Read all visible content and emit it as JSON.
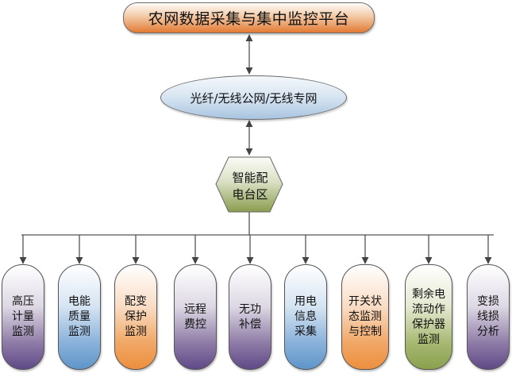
{
  "diagram": {
    "title": "农网数据采集与集中监控平台",
    "network_node": "光纤/无线公网/无线专网",
    "hub_node": {
      "lines": [
        "智能配",
        "电台区"
      ]
    },
    "leaves": [
      {
        "lines": [
          "高压",
          "计量",
          "监测"
        ],
        "color": "purple"
      },
      {
        "lines": [
          "电能",
          "质量",
          "监测"
        ],
        "color": "blue"
      },
      {
        "lines": [
          "配变",
          "保护",
          "监测"
        ],
        "color": "orange"
      },
      {
        "lines": [
          "远程",
          "费控"
        ],
        "color": "purple"
      },
      {
        "lines": [
          "无功",
          "补偿"
        ],
        "color": "purple"
      },
      {
        "lines": [
          "用电",
          "信息",
          "采集"
        ],
        "color": "blue"
      },
      {
        "lines": [
          "开关状",
          "态监测",
          "与控制"
        ],
        "color": "orange"
      },
      {
        "lines": [
          "剩余电",
          "流动作",
          "保护器",
          "监测"
        ],
        "color": "green"
      },
      {
        "lines": [
          "变损",
          "线损",
          "分析"
        ],
        "color": "purple"
      }
    ],
    "colors": {
      "title_fill": "#e27a34",
      "network_fill": "#a9c4e0",
      "hub_fill": "#8a9d4e",
      "purple": "#5f4a87",
      "blue": "#5f95c9",
      "orange": "#ec8f3f",
      "green": "#8aa04e",
      "connector": "#555555"
    },
    "connections": [
      {
        "from": "title",
        "to": "network",
        "type": "bidirectional"
      },
      {
        "from": "network",
        "to": "hub",
        "type": "bidirectional"
      },
      {
        "from": "hub",
        "to": "leaves",
        "type": "fan-out"
      }
    ]
  }
}
